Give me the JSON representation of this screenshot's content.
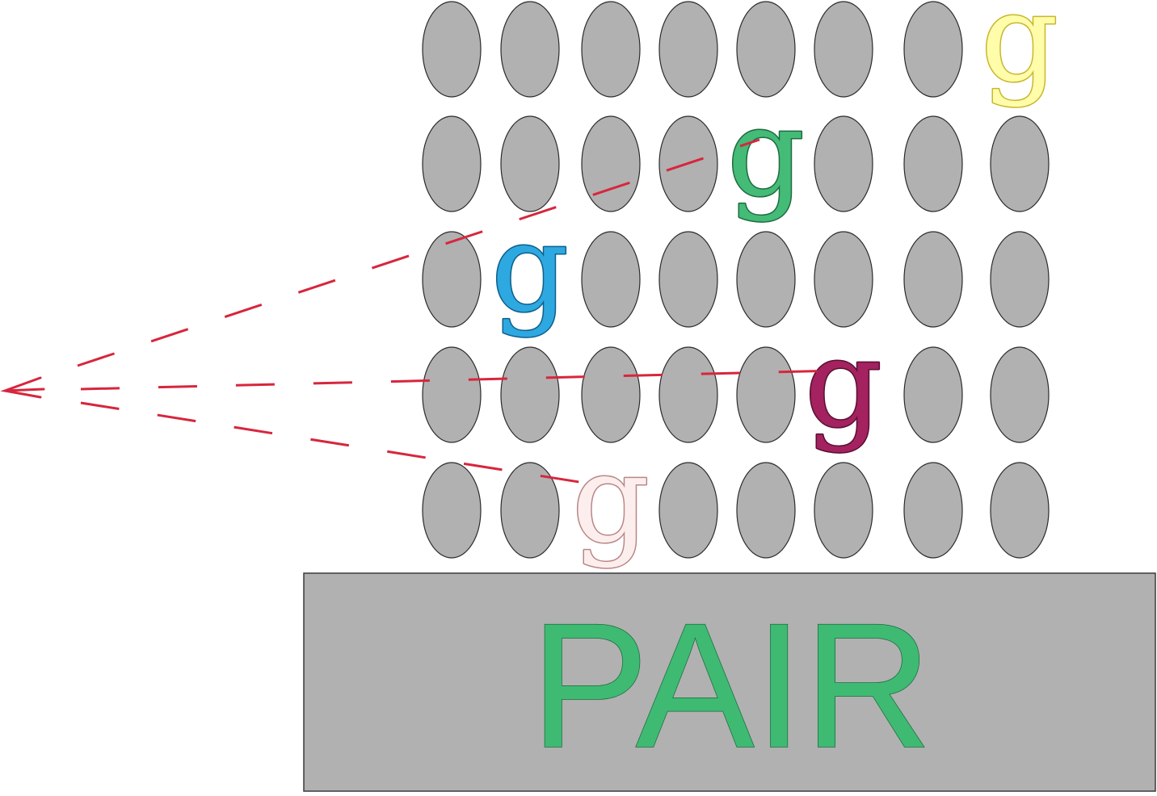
{
  "grid": {
    "rows": 5,
    "cols": 8,
    "oval_color": "#b1b1b1",
    "glyph_cells": [
      {
        "row": 0,
        "col": 7,
        "letter": "g",
        "fill": "#fffcaa",
        "stroke": "#c8b72c"
      },
      {
        "row": 1,
        "col": 4,
        "letter": "g",
        "fill": "#44bb77",
        "stroke": "#1e6b3f"
      },
      {
        "row": 2,
        "col": 1,
        "letter": "g",
        "fill": "#2ea8e0",
        "stroke": "#0d5f8a"
      },
      {
        "row": 3,
        "col": 5,
        "letter": "g",
        "fill": "#a3225f",
        "stroke": "#5a0e33"
      },
      {
        "row": 4,
        "col": 2,
        "letter": "g",
        "fill": "#fdeeee",
        "stroke": "#b98787"
      }
    ]
  },
  "gaze_lines": {
    "color": "#d7263d",
    "targets": [
      {
        "row": 1,
        "col": 4
      },
      {
        "row": 3,
        "col": 5
      },
      {
        "row": 4,
        "col": 2
      }
    ]
  },
  "label_box": {
    "text": "PAIR",
    "text_color": "#3fba73",
    "box_color": "#b1b1b1"
  }
}
